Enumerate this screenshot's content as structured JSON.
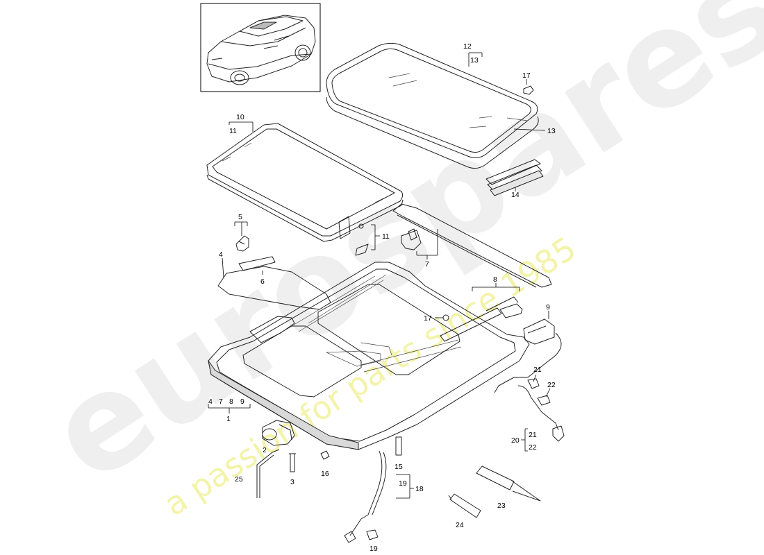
{
  "watermark": {
    "brand": "eurospares",
    "tagline": "a passion for parts since 1985"
  },
  "inset": {
    "icon": "car-icon"
  },
  "callouts": {
    "c1": "1",
    "c2": "2",
    "c3": "3",
    "c4a": "4",
    "c4b": "4",
    "c5": "5",
    "c6": "6",
    "c7a": "7",
    "c7b": "7",
    "c8a": "8",
    "c8b": "8",
    "c9a": "9",
    "c9b": "9",
    "c10": "10",
    "c11a": "11",
    "c11b": "11",
    "c12": "12",
    "c13a": "13",
    "c13b": "13",
    "c14": "14",
    "c15": "15",
    "c16": "16",
    "c17a": "17",
    "c17b": "17",
    "c18": "18",
    "c19a": "19",
    "c19b": "19",
    "c20": "20",
    "c21a": "21",
    "c21b": "21",
    "c22a": "22",
    "c22b": "22",
    "c23": "23",
    "c24": "24",
    "c25": "25"
  }
}
